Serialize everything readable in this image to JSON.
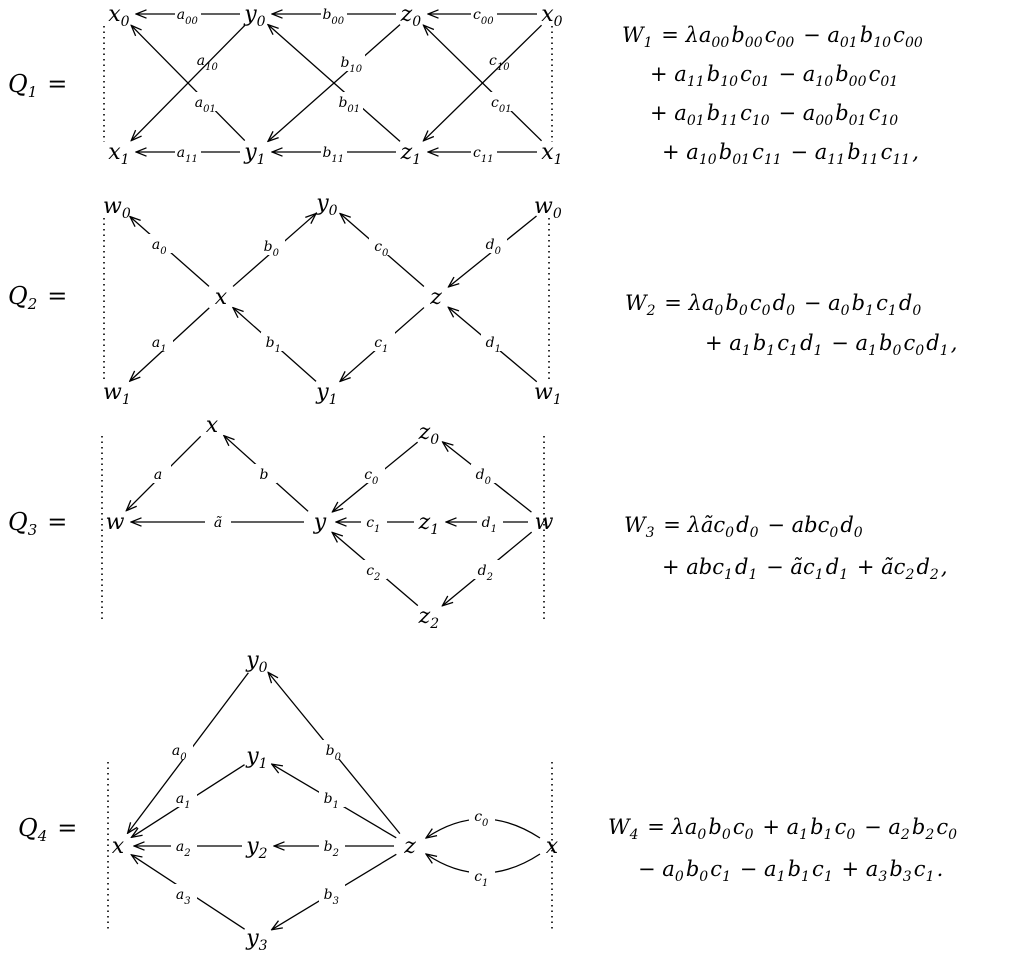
{
  "quivers": [
    {
      "label": "Q1 =",
      "nodes": {
        "x0l": "x0",
        "y0": "y0",
        "z0": "z0",
        "x0r": "x0",
        "x1l": "x1",
        "y1": "y1",
        "z1": "z1",
        "x1r": "x1"
      },
      "arrows": {
        "a00": "a00",
        "b00": "b00",
        "c00": "c00",
        "a11": "a11",
        "b11": "b11",
        "c11": "c11",
        "a10": "a10",
        "a01": "a01",
        "b10": "b10",
        "b01": "b01",
        "c10": "c10",
        "c01": "c01"
      },
      "potential": [
        "W1 = λa00b00c00 − a01b10c00",
        "+ a11b10c01 − a10b00c01",
        "+ a01b11c10 − a00b01c10",
        "+ a10b01c11 − a11b11c11,"
      ]
    },
    {
      "label": "Q2 =",
      "nodes": {
        "w0l": "w0",
        "y0": "y0",
        "w0r": "w0",
        "x": "x",
        "z": "z",
        "w1l": "w1",
        "y1": "y1",
        "w1r": "w1"
      },
      "arrows": {
        "a0": "a0",
        "b0": "b0",
        "c0": "c0",
        "d0": "d0",
        "a1": "a1",
        "b1": "b1",
        "c1": "c1",
        "d1": "d1"
      },
      "potential": [
        "W2 = λa0b0c0d0 − a0b1c1d0",
        "+ a1b1c1d1 − a1b0c0d1,"
      ]
    },
    {
      "label": "Q3 =",
      "nodes": {
        "x": "x",
        "z0": "z0",
        "wl": "w",
        "y": "y",
        "z1": "z1",
        "wr": "w",
        "z2": "z2"
      },
      "arrows": {
        "a": "a",
        "b": "b",
        "at": "ã",
        "c0": "c0",
        "d0": "d0",
        "c1": "c1",
        "d1": "d1",
        "c2": "c2",
        "d2": "d2"
      },
      "potential": [
        "W3 = λãc0d0 − abc0d0",
        "+ abc1d1 − ãc1d1 + ãc2d2,"
      ]
    },
    {
      "label": "Q4 =",
      "nodes": {
        "y0": "y0",
        "y1": "y1",
        "xl": "x",
        "y2": "y2",
        "z": "z",
        "xr": "x",
        "y3": "y3"
      },
      "arrows": {
        "a0": "a0",
        "a1": "a1",
        "a2": "a2",
        "a3": "a3",
        "b0": "b0",
        "b1": "b1",
        "b2": "b2",
        "b3": "b3",
        "c0": "c0",
        "c1": "c1"
      },
      "potential": [
        "W4 = λa0b0c0 + a1b1c0 − a2b2c0",
        "− a0b0c1 − a1b1c1 + a3b3c1."
      ]
    }
  ]
}
